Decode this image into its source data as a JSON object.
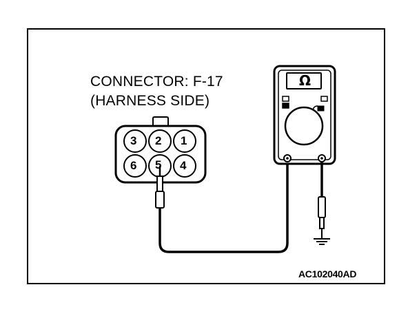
{
  "connector": {
    "title_line1": "CONNECTOR: F-17",
    "title_line2": "(HARNESS SIDE)",
    "pins": [
      "3",
      "2",
      "1",
      "6",
      "5",
      "4"
    ]
  },
  "meter": {
    "unit_symbol": "Ω"
  },
  "figure_code": "AC102040AD",
  "colors": {
    "ink": "#000000",
    "paper": "#ffffff"
  },
  "icons": [
    "ohmmeter-icon",
    "probe-icon",
    "ground-icon",
    "connector-icon"
  ]
}
